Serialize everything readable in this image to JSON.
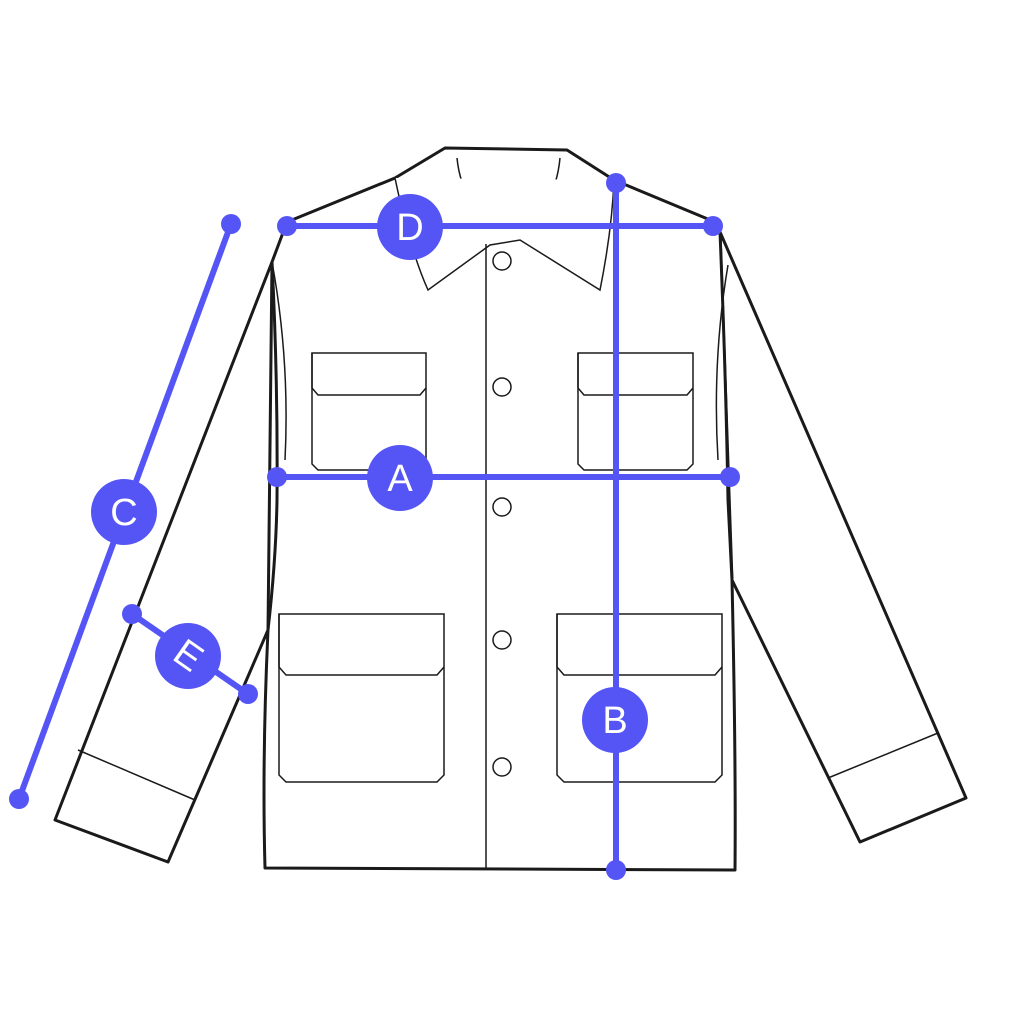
{
  "diagram": {
    "subject": "jacket",
    "accent_color": "#5555f5",
    "measurements": [
      {
        "id": "A",
        "label": "A"
      },
      {
        "id": "B",
        "label": "B"
      },
      {
        "id": "C",
        "label": "C"
      },
      {
        "id": "D",
        "label": "D"
      },
      {
        "id": "E",
        "label": "E"
      }
    ]
  }
}
